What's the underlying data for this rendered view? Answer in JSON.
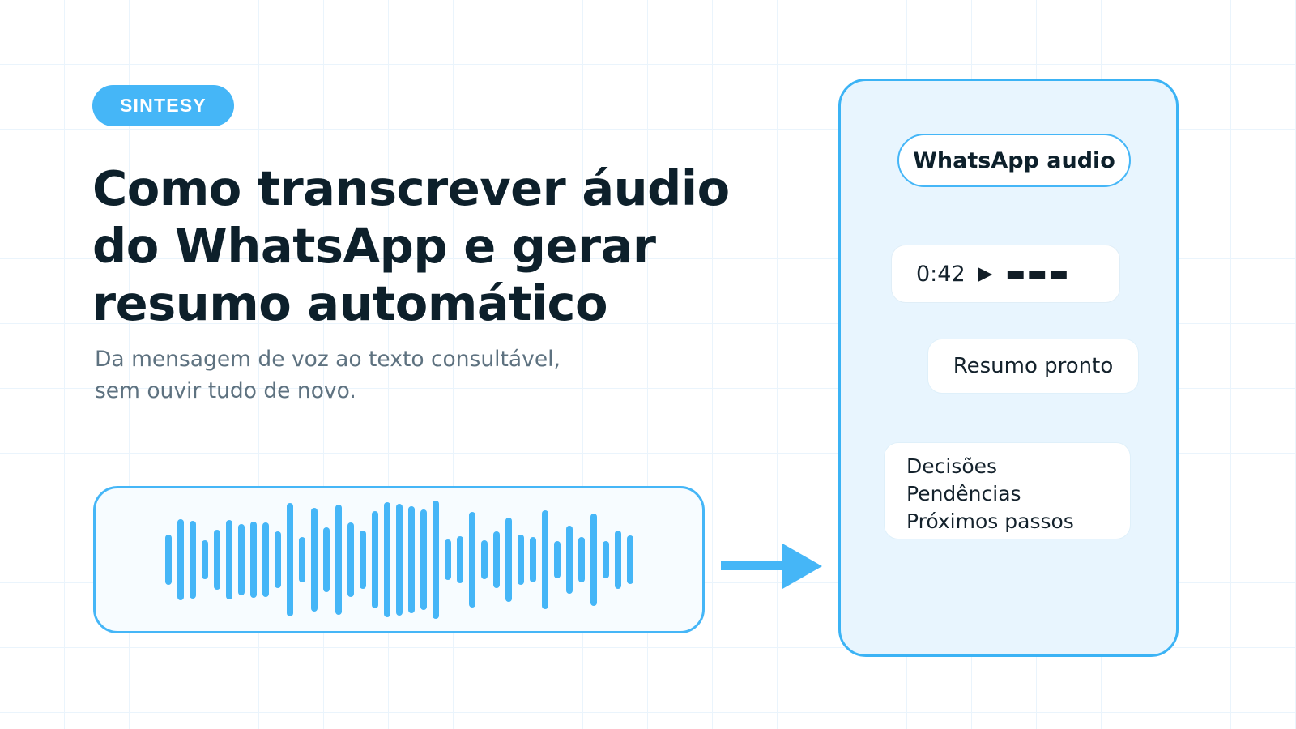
{
  "brand": {
    "badge_label": "SINTESY",
    "badge_color": "#45b6f7"
  },
  "hero": {
    "headline": "Como transcrever áudio\ndo WhatsApp e gerar\nresumo automático",
    "subhead": "Da mensagem de voz ao texto consultável,\nsem ouvir tudo de novo.",
    "headline_color": "#0d202b",
    "subhead_color": "#5e7280"
  },
  "waveform": {
    "accent_color": "#45b6f7",
    "panel_fill": "#f7fcff",
    "bar_heights": [
      62,
      100,
      96,
      48,
      74,
      98,
      88,
      94,
      92,
      70,
      140,
      56,
      128,
      80,
      136,
      92,
      72,
      120,
      142,
      138,
      132,
      124,
      146,
      50,
      58,
      118,
      48,
      70,
      104,
      62,
      56,
      122,
      46,
      84,
      56,
      114,
      46,
      72,
      60
    ]
  },
  "arrow": {
    "name": "flow-arrow",
    "color": "#45b6f7"
  },
  "phone": {
    "fill": "#e8f5fe",
    "border_color": "#3bb3f5",
    "header_pill": {
      "label": "WhatsApp audio"
    },
    "audio_message": {
      "duration": "0:42",
      "play_glyph": "▶",
      "progress_glyph": "▬▬▬"
    },
    "summary_bubble": {
      "label": "Resumo pronto"
    },
    "outline_card": {
      "lines": [
        "Decisões",
        "Pendências",
        "Próximos passos"
      ]
    }
  }
}
